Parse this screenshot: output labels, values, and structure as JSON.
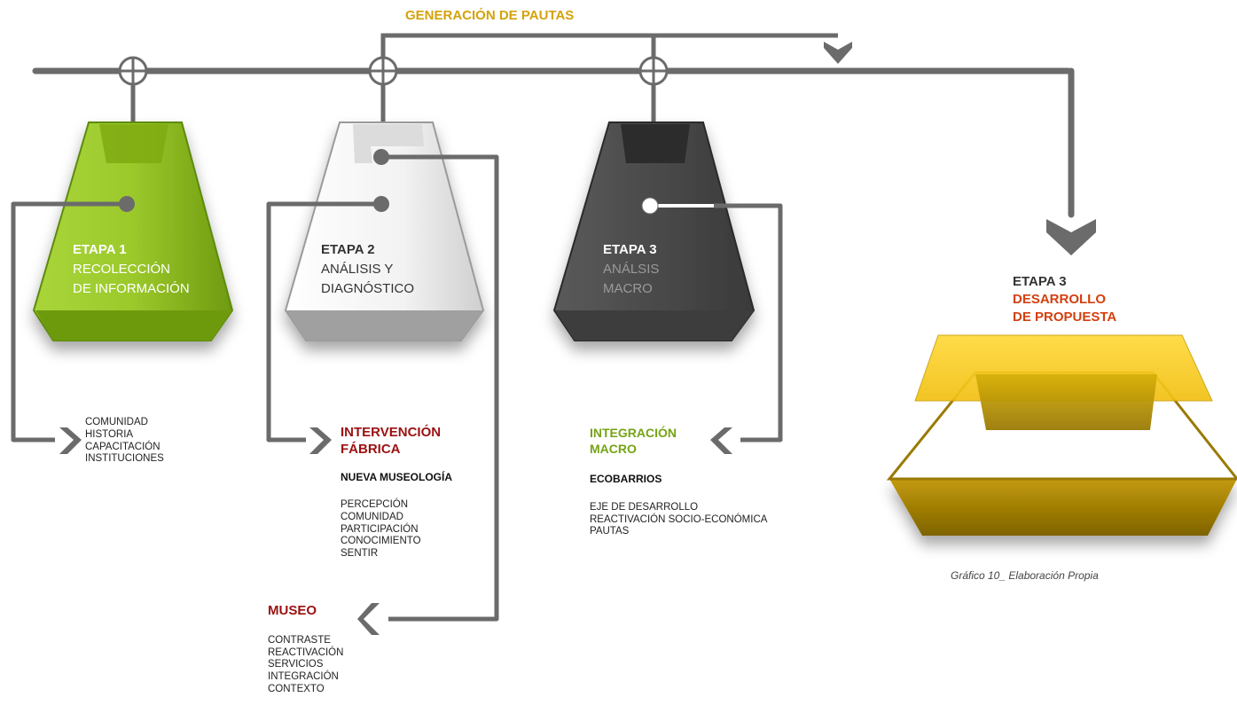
{
  "title": "GENERACIÓN DE PAUTAS",
  "stages": [
    {
      "label": "ETAPA 1",
      "line1": "RECOLECCIÓN",
      "line2": "DE INFORMACIÓN"
    },
    {
      "label": "ETAPA 2",
      "line1": "ANÁLISIS Y",
      "line2": "DIAGNÓSTICO"
    },
    {
      "label": "ETAPA 3",
      "line1": "ANÁLSIS",
      "line2": "MACRO"
    },
    {
      "label": "ETAPA 3",
      "line1": "DESARROLLO",
      "line2": "DE PROPUESTA"
    }
  ],
  "etapa1_items": [
    "COMUNIDAD",
    "HISTORIA",
    "CAPACITACIÓN",
    "INSTITUCIONES"
  ],
  "intervencion": {
    "heading1": "INTERVENCIÓN",
    "heading2": "FÁBRICA",
    "subheading": "NUEVA MUSEOLOGÍA",
    "items": [
      "PERCEPCIÓN",
      "COMUNIDAD",
      "PARTICIPACIÓN",
      "CONOCIMIENTO",
      "SENTIR"
    ]
  },
  "museo": {
    "heading": "MUSEO",
    "items": [
      "CONTRASTE",
      "REACTIVACIÓN",
      "SERVICIOS",
      "INTEGRACIÓN",
      "CONTEXTO"
    ]
  },
  "integracion": {
    "heading1": "INTEGRACIÓN",
    "heading2": "MACRO",
    "subheading": "ECOBARRIOS",
    "items": [
      "EJE DE DESARROLLO",
      "REACTIVACIÓN SOCIO-ECONÓMICA",
      "PAUTAS"
    ]
  },
  "caption": "Gráfico 10_ Elaboración Propia",
  "colors": {
    "line": "#6b6b6b",
    "title": "#d4a20a",
    "stage1": "#8ebe22",
    "stage2": "#e6e6e6",
    "stage3": "#4a4a4a",
    "proposal_top": "#f5c518",
    "proposal_bottom": "#8a6a08",
    "heading_red": "#9b1111",
    "heading_green": "#76a315",
    "accent_orange": "#d4400f"
  }
}
